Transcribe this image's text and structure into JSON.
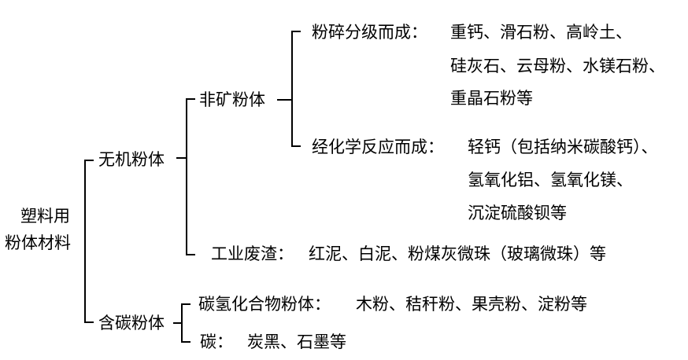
{
  "root": {
    "line1": "塑料用",
    "line2": "粉体材料"
  },
  "inorganic": {
    "label": "无机粉体",
    "non_mineral": {
      "label": "非矿粉体",
      "crushing": {
        "label": "粉碎分级而成：",
        "items": [
          "重钙、滑石粉、高岭土、",
          "硅灰石、云母粉、水镁石粉、",
          "重晶石粉等"
        ]
      },
      "chemical": {
        "label": "经化学反应而成：",
        "items": [
          "轻钙（包括纳米碳酸钙）、",
          "氢氧化铝、氢氧化镁、",
          "沉淀硫酸钡等"
        ]
      }
    },
    "industrial_waste": {
      "label": "工业废渣：",
      "items": "红泥、白泥、粉煤灰微珠（玻璃微珠）等"
    }
  },
  "carbonaceous": {
    "label": "含碳粉体",
    "carbohydrate": {
      "label": "碳氢化合物粉体：",
      "items": "木粉、秸秆粉、果壳粉、淀粉等"
    },
    "carbon": {
      "label": "碳：",
      "items": "炭黑、石墨等"
    }
  }
}
